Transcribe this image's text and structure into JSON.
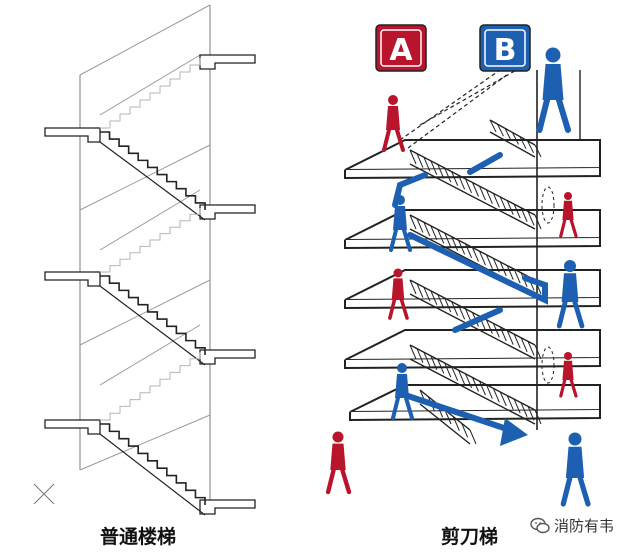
{
  "left_figure": {
    "caption": "普通楼梯"
  },
  "right_figure": {
    "caption": "剪刀梯",
    "sign_a": {
      "label": "A",
      "color": "#b8142c"
    },
    "sign_b": {
      "label": "B",
      "color": "#1d5fb0"
    }
  },
  "watermark": {
    "text": "消防有韦",
    "icon": "wechat-icon"
  },
  "colors": {
    "route_a": "#b8142c",
    "route_b": "#1d5fb0",
    "structure": "#222222",
    "plan_lines": "#9a9a9a"
  }
}
